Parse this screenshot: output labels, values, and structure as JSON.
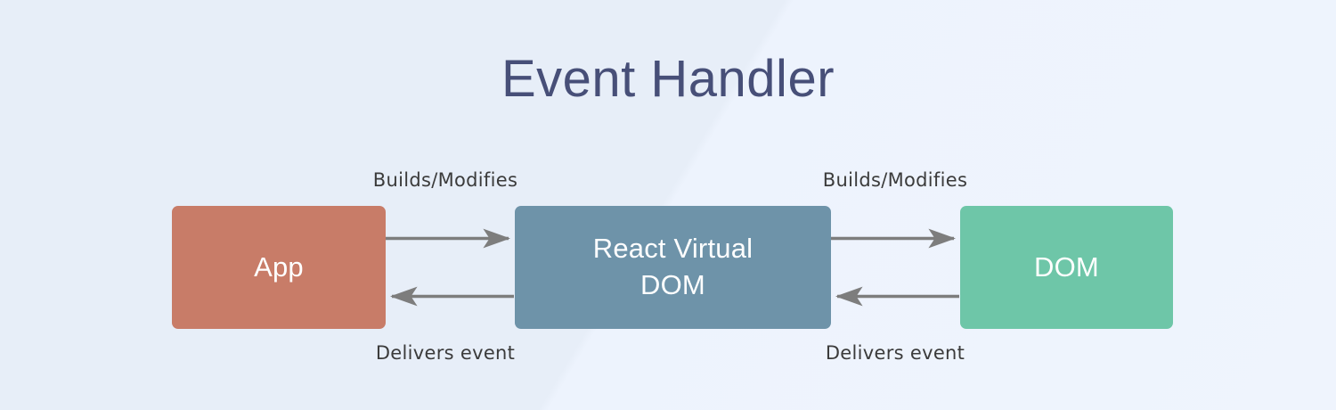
{
  "diagram": {
    "title": "Event Handler",
    "title_color": "#474f78",
    "background_color": "#eaf1fa",
    "arrow_color": "#7d7d7d",
    "nodes": [
      {
        "id": "app",
        "label": "App",
        "color": "#c87c68",
        "text_color": "#ffffff"
      },
      {
        "id": "vdom",
        "label": "React Virtual\nDOM",
        "color": "#6e93a9",
        "text_color": "#ffffff"
      },
      {
        "id": "dom",
        "label": "DOM",
        "color": "#6ec6a8",
        "text_color": "#ffffff"
      }
    ],
    "edges": [
      {
        "id": "app-to-vdom",
        "label": "Builds/Modifies",
        "from": "App",
        "to": "React Virtual DOM",
        "direction": "right",
        "position": "top"
      },
      {
        "id": "vdom-to-app",
        "label": "Delivers event",
        "from": "React Virtual DOM",
        "to": "App",
        "direction": "left",
        "position": "bottom"
      },
      {
        "id": "vdom-to-dom",
        "label": "Builds/Modifies",
        "from": "React Virtual DOM",
        "to": "DOM",
        "direction": "right",
        "position": "top"
      },
      {
        "id": "dom-to-vdom",
        "label": "Delivers event",
        "from": "DOM",
        "to": "React Virtual DOM",
        "direction": "left",
        "position": "bottom"
      }
    ]
  }
}
